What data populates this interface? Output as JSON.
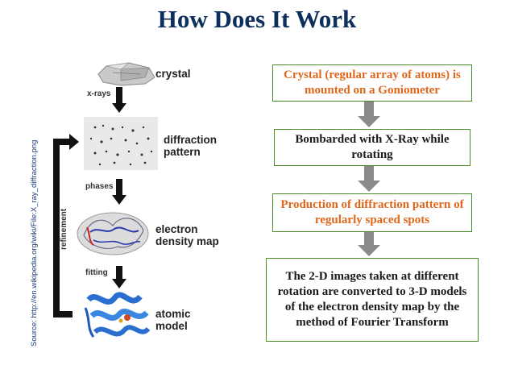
{
  "title": "How Does It Work",
  "source": "Source: http://en.wikipedia.org/wiki/File:X_ray_diffraction.png",
  "figure": {
    "stages": [
      "crystal",
      "diffraction\npattern",
      "electron\ndensity map",
      "atomic\nmodel"
    ],
    "steps": [
      "x-rays",
      "phases",
      "fitting"
    ],
    "loop_label": "refinement"
  },
  "flow_boxes": [
    {
      "text": "Crystal (regular array of atoms) is mounted on a Goniometer",
      "color": "#e0661a"
    },
    {
      "text": "Bombarded with X-Ray while rotating",
      "color": "#1a1a1a"
    },
    {
      "text": "Production of diffraction pattern of regularly spaced spots",
      "color": "#e0661a"
    },
    {
      "text": "The 2-D images taken at different rotation are converted to 3-D models of the electron density map by the method of Fourier Transform",
      "color": "#1a1a1a"
    }
  ],
  "colors": {
    "title": "#0d2f5c",
    "box_border": "#4a8c2a",
    "arrow": "#8a8a8a",
    "figure_arrow": "#111111"
  }
}
